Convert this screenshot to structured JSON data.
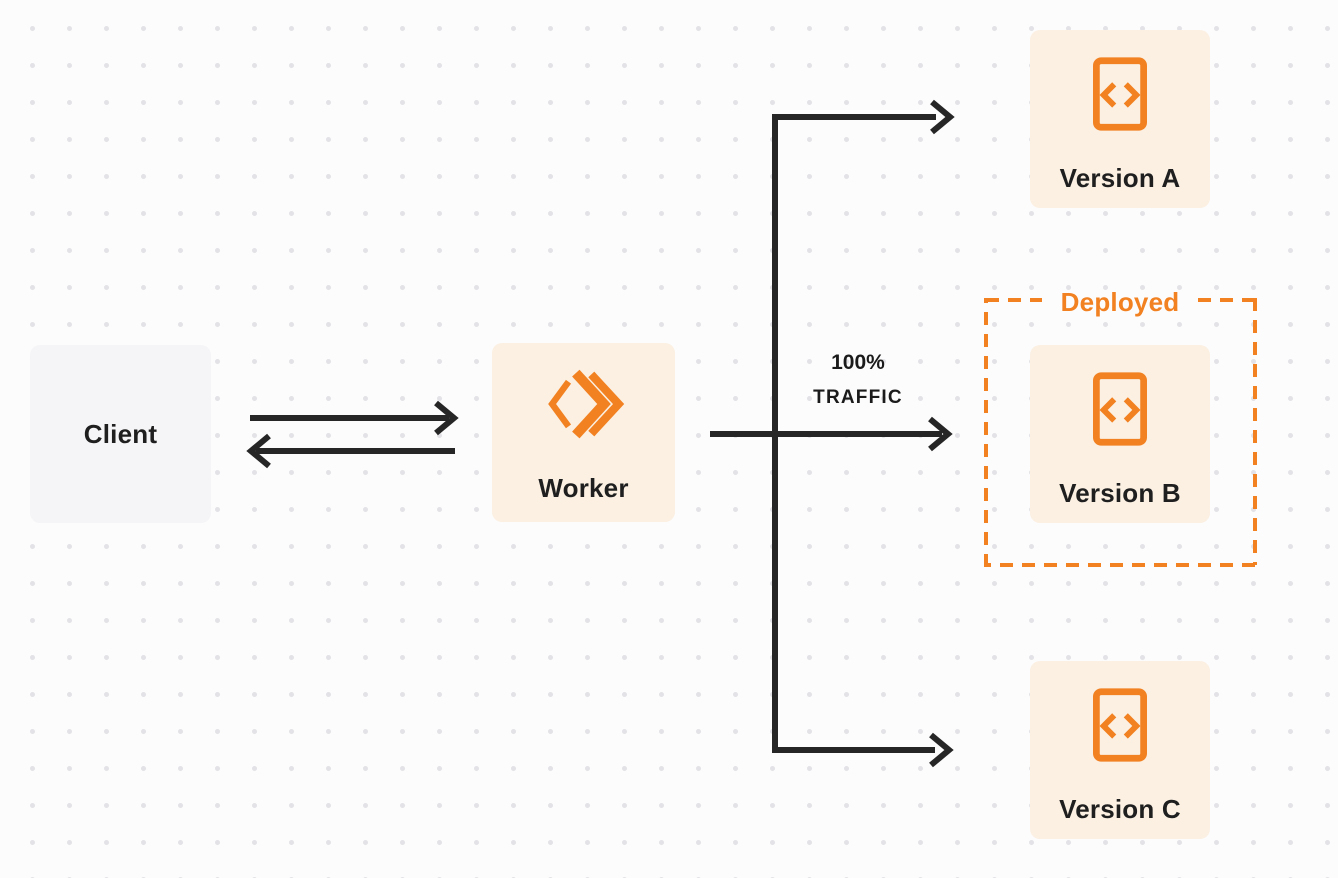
{
  "diagram": {
    "client": {
      "label": "Client"
    },
    "worker": {
      "label": "Worker",
      "icon": "cloudflare-workers-icon"
    },
    "traffic": {
      "line1": "100%",
      "line2": "TRAFFIC"
    },
    "deployed": {
      "label": "Deployed"
    },
    "versions": [
      {
        "label": "Version A",
        "icon": "code-document-icon",
        "deployed": false
      },
      {
        "label": "Version B",
        "icon": "code-document-icon",
        "deployed": true
      },
      {
        "label": "Version C",
        "icon": "code-document-icon",
        "deployed": false
      }
    ],
    "colors": {
      "accent_orange": "#F28121",
      "card_cream": "#FBF0E2",
      "client_gray": "#F5F5F7",
      "arrow_dark": "#262626",
      "text_dark": "#1F1F1F",
      "background": "#FCFCFD",
      "dot_grid": "#E3E3E7"
    }
  }
}
